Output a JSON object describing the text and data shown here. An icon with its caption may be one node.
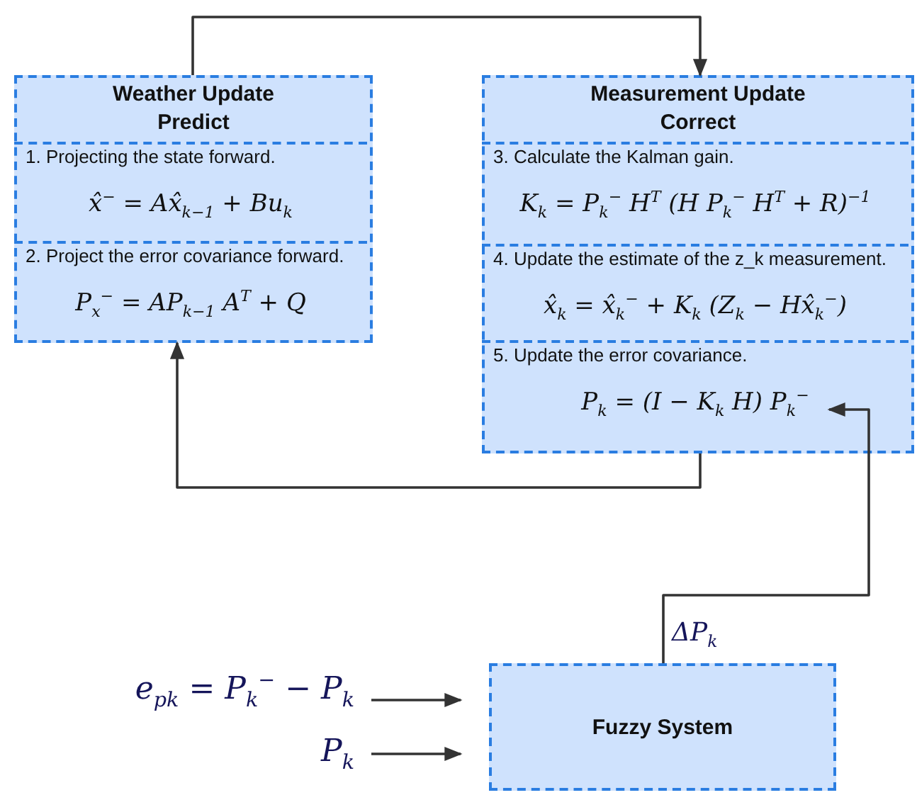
{
  "diagram": {
    "nodes": [
      {
        "text": [
          "Weather Update Predict"
        ]
      },
      {
        "text": [
          "1. Projecting the state forward.",
          "x̂$^{−}$ = Ax̂$_{k−1}$ + Bu$_{k}$"
        ],
        "in": 0
      },
      {
        "text": [
          "2. Project the error covariance forward.",
          "P$_{x}$$^{−}$ = AP$_{k−1}$ A$^{T}$ + Q"
        ],
        "in": 0
      },
      {
        "text": [
          "Measurement Update Correct"
        ]
      },
      {
        "text": [
          "3. Calculate the Kalman gain.",
          "K$_{k}$ = P$_{k}$$^{−}$ H$^{T}$ (H P$_{k}$$^{−}$ H$^{T}$ + R)$^{−1}$"
        ],
        "in": 3
      },
      {
        "text": [
          "4. Update the estimate of the z_k measurement.",
          "x̂$_{k}$ = x̂$_{k}$$^{−}$ + K$_{k}$ (Z$_{k}$ − Hx̂$_{k}$$^{−}$)"
        ],
        "in": 3
      },
      {
        "text": [
          "5. Update the error covariance.",
          "P$_{k}$ = (I − K$_{k}$ H) P$_{k}$$^{−}$"
        ],
        "in": 3
      },
      {
        "text": [
          "Fuzzy System"
        ]
      },
      {
        "text": [
          "e$_{p}$$_{k}$ = P$_{k}$$^{−}$ − P$_{k}$"
        ]
      },
      {
        "text": [
          "P$_{k}$"
        ]
      }
    ],
    "edges": [
      {
        "from": 0,
        "to": 3,
        "arrow": "to"
      },
      {
        "from": 3,
        "to": 0,
        "arrow": "to"
      },
      {
        "from": 7,
        "to": 6,
        "arrow": "to",
        "label": "ΔP$_{k}$"
      },
      {
        "from": 8,
        "to": 7,
        "arrow": "to"
      },
      {
        "from": 9,
        "to": 7,
        "arrow": "to"
      }
    ]
  }
}
